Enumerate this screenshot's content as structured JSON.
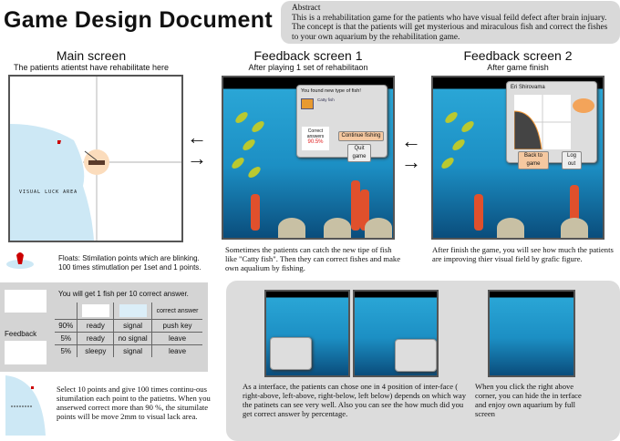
{
  "title": "Game Design Document",
  "abstract": {
    "heading": "Abstract",
    "text": "This is a rrehabilitation game for the patients who have visual feild defect after brain injuary. The concept is that the patients will get mysterious and miraculous fish and correct the fishes to your own aquarium by the rehabilitation game."
  },
  "main_screen": {
    "title": "Main screen",
    "subtitle": "The patients atientst have rehabilitate here",
    "area_label": "VISUAL LUCK AREA"
  },
  "feedback1": {
    "title": "Feedback screen 1",
    "subtitle": "After playing 1 set of rehabilitaon",
    "popup_title": "You found new type of fish!",
    "fish_name": "Catty fish",
    "correct_label": "Correct answers",
    "correct_value": "90.5%",
    "continue_button": "Continue fishing",
    "quit_button": "Quit game",
    "caption": "Sometimes the patients can catch the new tipe of fish like \"Catty fish\". Then they can correct fishes and make own aqualium by fishing."
  },
  "feedback2": {
    "title": "Feedback screen 2",
    "subtitle": "After game finish",
    "user_name": "Eri Shirovama",
    "back_button": "Back to game",
    "logout_button": "Log out",
    "caption": "After finish the game, you will see how much the patients are improving thier visual field by grafic figure."
  },
  "floats": {
    "label": "Floats:",
    "text": "Stimilation points which are blinking. 100 times stimutlation per 1set and 1 points."
  },
  "feedback_table": {
    "label": "Feedback",
    "intro": "You will get 1 fish per 10 correct answer.",
    "header": "correct answer",
    "rows": [
      [
        "90%",
        "ready",
        "signal",
        "push key"
      ],
      [
        "5%",
        "ready",
        "no signal",
        "leave"
      ],
      [
        "5%",
        "sleepy",
        "signal",
        "leave"
      ]
    ]
  },
  "stimulation_text": "Select 10 points and give 100 times continu-ous situmilation each point to the patietns. When you anserwed correct more than 90 %, the situmilate points will be move 2mm to visual lack area.",
  "interface_text": "As a interface, the patients can chose one in 4 position of  inter-face ( right-above, left-above, right-below, left below) depends on which way the patinets can see very well. Also you can see the how much did you get correct answer by percentage.",
  "fullscreen_text": "When you click the right above corner, you can hide the in terface and enjoy own aquarium by full screen"
}
